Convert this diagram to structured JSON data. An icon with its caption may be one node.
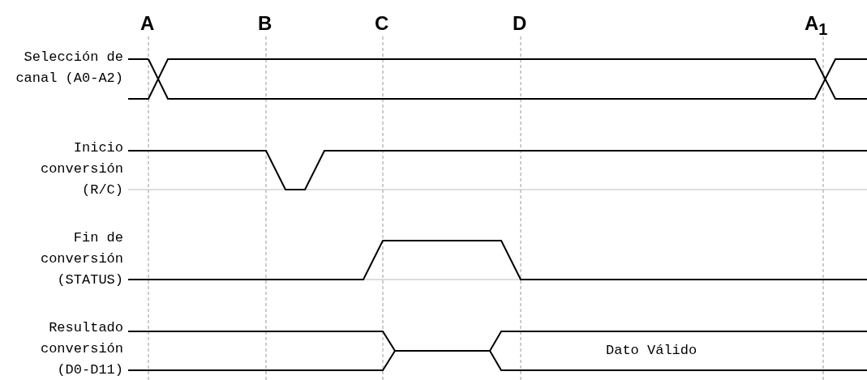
{
  "diagram": {
    "labels": [
      "A",
      "B",
      "C",
      "D",
      "A$_{1}$",
      "Selección de canal (A0-A2)",
      "Inicio conversión (R/C)",
      "Fin de conversión (STATUS)",
      "Resultado conversión (D0-D11)",
      "Dato Válido"
    ]
  }
}
